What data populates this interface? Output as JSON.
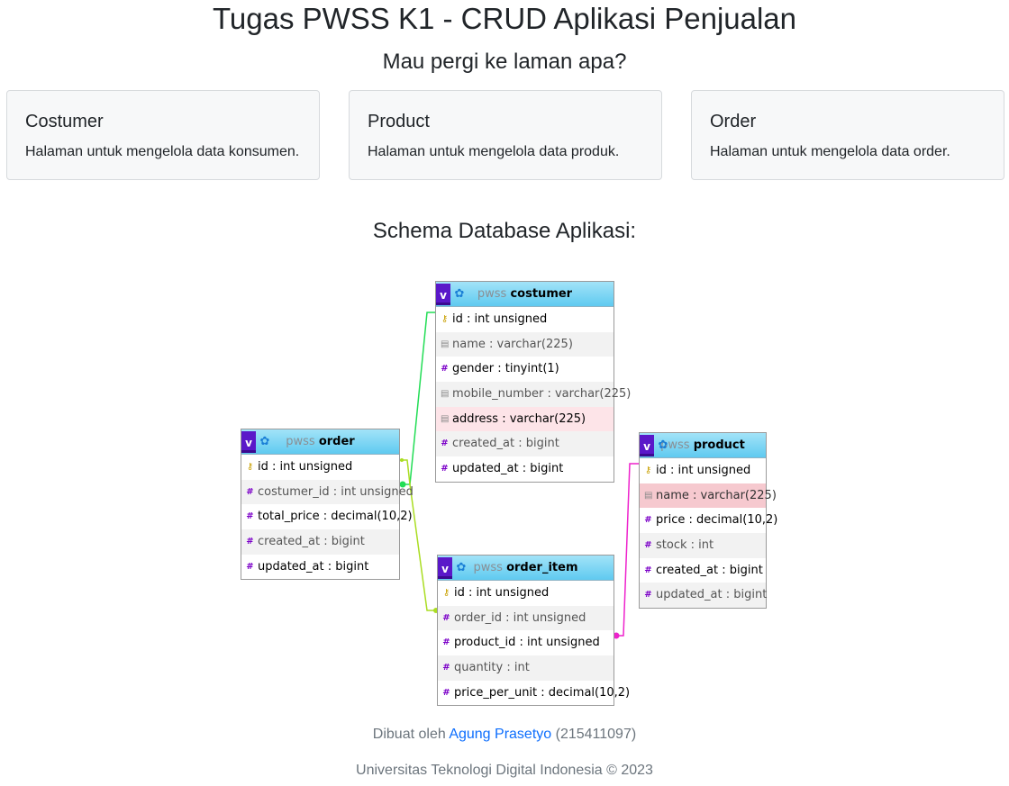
{
  "page": {
    "title": "Tugas PWSS K1 - CRUD Aplikasi Penjualan",
    "subtitle": "Mau pergi ke laman apa?",
    "schema_heading": "Schema Database Aplikasi:"
  },
  "cards": [
    {
      "title": "Costumer",
      "text": "Halaman untuk mengelola data konsumen."
    },
    {
      "title": "Product",
      "text": "Halaman untuk mengelola data produk."
    },
    {
      "title": "Order",
      "text": "Halaman untuk mengelola data order."
    }
  ],
  "schema": {
    "costumer": {
      "db": "pwss",
      "name": "costumer",
      "columns": [
        "id : int unsigned",
        "name : varchar(225)",
        "gender : tinyint(1)",
        "mobile_number : varchar(225)",
        "address : varchar(225)",
        "created_at : bigint",
        "updated_at : bigint"
      ]
    },
    "order": {
      "db": "pwss",
      "name": "order",
      "columns": [
        "id : int unsigned",
        "costumer_id : int unsigned",
        "total_price : decimal(10,2)",
        "created_at : bigint",
        "updated_at : bigint"
      ]
    },
    "product": {
      "db": "pwss",
      "name": "product",
      "columns": [
        "id : int unsigned",
        "name : varchar(225)",
        "price : decimal(10,2)",
        "stock : int",
        "created_at : bigint",
        "updated_at : bigint"
      ]
    },
    "order_item": {
      "db": "pwss",
      "name": "order_item",
      "columns": [
        "id : int unsigned",
        "order_id : int unsigned",
        "product_id : int unsigned",
        "quantity : int",
        "price_per_unit : decimal(10,2)"
      ]
    },
    "relation_colors": {
      "order_costumer": "#22dd55",
      "order_item_order": "#aadd22",
      "order_item_product": "#ee22cc"
    }
  },
  "footer": {
    "made_by": "Dibuat oleh",
    "author": "Agung Prasetyo",
    "student_id": "(215411097)",
    "institution": "Universitas Teknologi Digital Indonesia © 2023"
  }
}
